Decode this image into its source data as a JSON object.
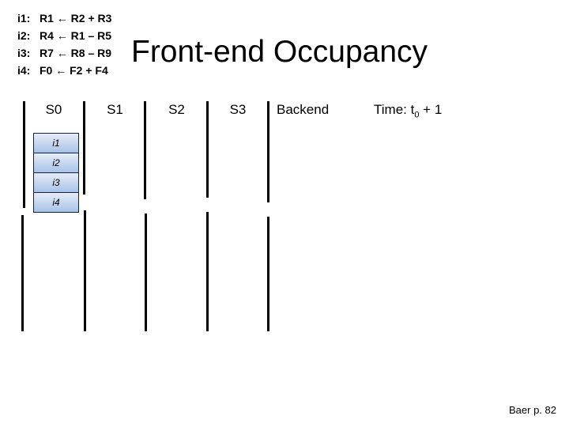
{
  "title": "Front-end Occupancy",
  "instructions": [
    {
      "label": "i1:",
      "expr": "R1 ← R2 + R3"
    },
    {
      "label": "i2:",
      "expr": "R4 ← R1 – R5"
    },
    {
      "label": "i3:",
      "expr": "R7 ← R8 – R9"
    },
    {
      "label": "i4:",
      "expr": "F0 ← F2 + F4"
    }
  ],
  "pipeline": {
    "stages": [
      {
        "label": "S0"
      },
      {
        "label": "S1"
      },
      {
        "label": "S2"
      },
      {
        "label": "S3"
      }
    ],
    "backend_label": "Backend",
    "time": {
      "prefix": "Time: t",
      "subscript": "0",
      "suffix": " + 1"
    },
    "s0_queue": [
      {
        "label": "i1"
      },
      {
        "label": "i2"
      },
      {
        "label": "i3"
      },
      {
        "label": "i4"
      }
    ]
  },
  "footer": "Baer p. 82",
  "colors": {
    "text": "#000000",
    "line": "#000000",
    "box-top": "#e6edf8",
    "box-bottom": "#a6c2e8",
    "box-border": "#16233f"
  }
}
